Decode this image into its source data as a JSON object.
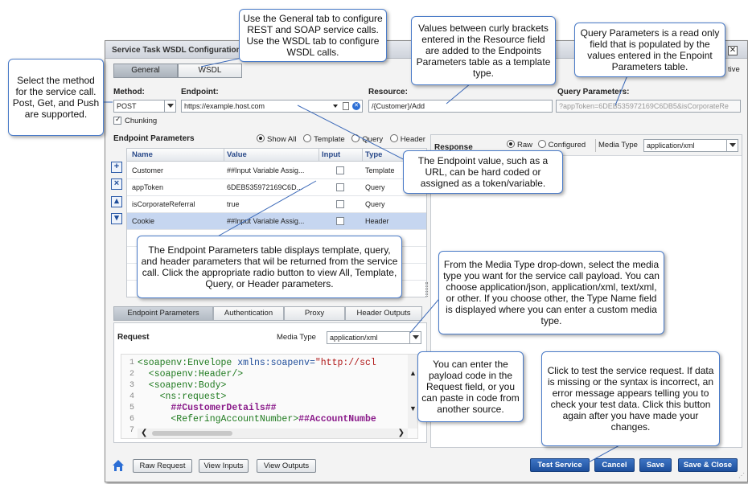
{
  "dialog": {
    "title": "Service Task WSDL Configuration",
    "title_suffix": "tive",
    "tabs": [
      "General",
      "WSDL"
    ],
    "close_icon": "close-icon"
  },
  "method": {
    "label": "Method:",
    "value": "POST",
    "chunking_label": "Chunking"
  },
  "endpoint": {
    "label": "Endpoint:",
    "value": "https://example.host.com"
  },
  "resource": {
    "label": "Resource:",
    "value": "/{Customer}/Add"
  },
  "query": {
    "label": "Query Parameters:",
    "value": "?appToken=6DEB535972169C6DB5&isCorporateRe"
  },
  "endpoint_params": {
    "title": "Endpoint Parameters",
    "filters": [
      "Show All",
      "Template",
      "Query",
      "Header"
    ],
    "selected_filter": "Show All",
    "columns": [
      "Name",
      "Value",
      "Input",
      "Type"
    ],
    "rows": [
      {
        "name": "Customer",
        "value": "##Input Variable Assig...",
        "type": "Template"
      },
      {
        "name": "appToken",
        "value": "6DEB535972169C6D...",
        "type": "Query"
      },
      {
        "name": "isCorporateReferral",
        "value": "true",
        "type": "Query"
      },
      {
        "name": "Cookie",
        "value": "##Input Variable Assig...",
        "type": "Header"
      }
    ]
  },
  "response": {
    "label": "Response",
    "modes": [
      "Raw",
      "Configured"
    ],
    "selected_mode": "Raw",
    "media_label": "Media Type",
    "media_value": "application/xml"
  },
  "bottom_tabs": [
    "Endpoint Parameters",
    "Authentication",
    "Proxy",
    "Header Outputs"
  ],
  "request": {
    "label": "Request",
    "media_label": "Media Type",
    "media_value": "application/xml",
    "line_numbers": [
      "1",
      "2",
      "3",
      "4",
      "5",
      "6",
      "7"
    ],
    "code": [
      {
        "tag": "<soapenv:Envelope ",
        "attr": "xmlns:soapenv=",
        "val": "\"http://scl"
      },
      {
        "tag": "  <soapenv:Header/>"
      },
      {
        "tag": "  <soapenv:Body>"
      },
      {
        "tag": "    <ns:request>"
      },
      {
        "var": "      ##CustomerDetails##"
      },
      {
        "tag": "      <ReferingAccountNumber>",
        "var2": "##AccountNumbe"
      },
      {
        "tag": ""
      }
    ]
  },
  "footer": {
    "left_buttons": [
      "Raw Request",
      "View Inputs",
      "View Outputs"
    ],
    "right_buttons": [
      "Test Service",
      "Cancel",
      "Save",
      "Save & Close"
    ]
  },
  "callouts": {
    "method": "Select the method for the service call. Post, Get, and Push are supported.",
    "general": "Use the General tab to configure REST and SOAP service calls. Use the WSDL tab to configure WSDL calls.",
    "resource": "Values between curly brackets entered in the Resource field are added to the Endpoints Parameters table as a template type.",
    "query": "Query Parameters is a read only field that is populated by the values entered in the Enpoint Parameters table.",
    "endpoint": "The Endpoint value, such as a URL, can be hard coded or assigned as a token/variable.",
    "table": "The Endpoint Parameters table displays template, query, and header parameters that wil be returned from the service call. Click the appropriate radio button to view All, Template, Query, or Header parameters.",
    "media": "From the Media Type drop-down, select the media type you want for the service call payload. You can choose application/json, application/xml, text/xml, or other. If you choose other, the Type Name field is displayed where you can enter a custom media type.",
    "request": "You can enter the payload code in the Request field, or you can paste in code from another source.",
    "test": "Click to test the service request. If data is missing or the syntax is incorrect, an error message appears telling you to check your test data. Click this button again after you have made your changes."
  }
}
